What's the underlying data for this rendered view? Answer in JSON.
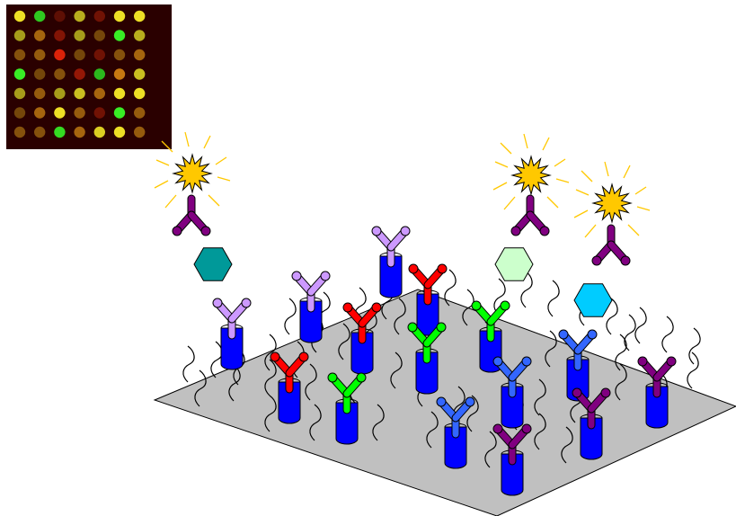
{
  "colors": {
    "background": "#ffffff",
    "slide": "#c0c0c0",
    "post": "#0000ff",
    "label": "#ffc800",
    "ray": "#ffc800",
    "heatmap_bg": "#2a0000",
    "antigen_teal": "#009999",
    "antigen_mint": "#ccffcc",
    "antigen_cyan": "#00ccff",
    "detection": "#800080"
  },
  "microarray": {
    "rows": 7,
    "cols": 7,
    "intensity": [
      [
        0.9,
        0.7,
        0.1,
        0.6,
        0.2,
        0.9,
        0.9
      ],
      [
        0.5,
        0.6,
        0.3,
        0.5,
        0.3,
        0.9,
        0.6
      ],
      [
        0.4,
        0.5,
        0.8,
        0.3,
        0.2,
        0.4,
        0.6
      ],
      [
        0.9,
        0.3,
        0.4,
        0.4,
        0.6,
        0.8,
        0.7
      ],
      [
        0.5,
        0.5,
        0.5,
        0.7,
        0.6,
        0.9,
        0.9
      ],
      [
        0.3,
        0.6,
        0.9,
        0.5,
        0.2,
        0.9,
        0.5
      ],
      [
        0.4,
        0.4,
        0.8,
        0.6,
        0.8,
        0.9,
        0.5
      ]
    ],
    "hue": [
      [
        "yellow",
        "green",
        "red",
        "yellow",
        "red",
        "yellow",
        "yellow"
      ],
      [
        "yellow",
        "orange",
        "red",
        "yellow",
        "orange",
        "green",
        "yellow"
      ],
      [
        "orange",
        "orange",
        "red",
        "orange",
        "red",
        "orange",
        "orange"
      ],
      [
        "green",
        "orange",
        "orange",
        "red",
        "green",
        "orange",
        "yellow"
      ],
      [
        "yellow",
        "orange",
        "yellow",
        "yellow",
        "orange",
        "yellow",
        "yellow"
      ],
      [
        "orange",
        "orange",
        "yellow",
        "orange",
        "red",
        "green",
        "orange"
      ],
      [
        "orange",
        "orange",
        "green",
        "orange",
        "yellow",
        "yellow",
        "orange"
      ]
    ]
  },
  "capture_antibodies": [
    {
      "id": "lavender-1",
      "color": "#cc99ff"
    },
    {
      "id": "lavender-2",
      "color": "#cc99ff"
    },
    {
      "id": "lavender-3",
      "color": "#cc99ff"
    },
    {
      "id": "red-1",
      "color": "#ff0000"
    },
    {
      "id": "red-2",
      "color": "#ff0000"
    },
    {
      "id": "red-3",
      "color": "#ff0000"
    },
    {
      "id": "green-1",
      "color": "#00ff00"
    },
    {
      "id": "green-2",
      "color": "#00ff00"
    },
    {
      "id": "green-3",
      "color": "#00ff00"
    },
    {
      "id": "blue-1",
      "color": "#3366ff"
    },
    {
      "id": "blue-2",
      "color": "#3366ff"
    },
    {
      "id": "blue-3",
      "color": "#3366ff"
    },
    {
      "id": "purple-1",
      "color": "#800080"
    },
    {
      "id": "purple-2",
      "color": "#800080"
    },
    {
      "id": "purple-3",
      "color": "#800080"
    }
  ],
  "sandwich_complexes": [
    {
      "id": "teal-complex",
      "capture": "lavender-1",
      "antigen": "#009999"
    },
    {
      "id": "mint-complex",
      "capture": "green-1",
      "antigen": "#ccffcc"
    },
    {
      "id": "cyan-complex",
      "capture": "blue-1",
      "antigen": "#00ccff"
    }
  ]
}
